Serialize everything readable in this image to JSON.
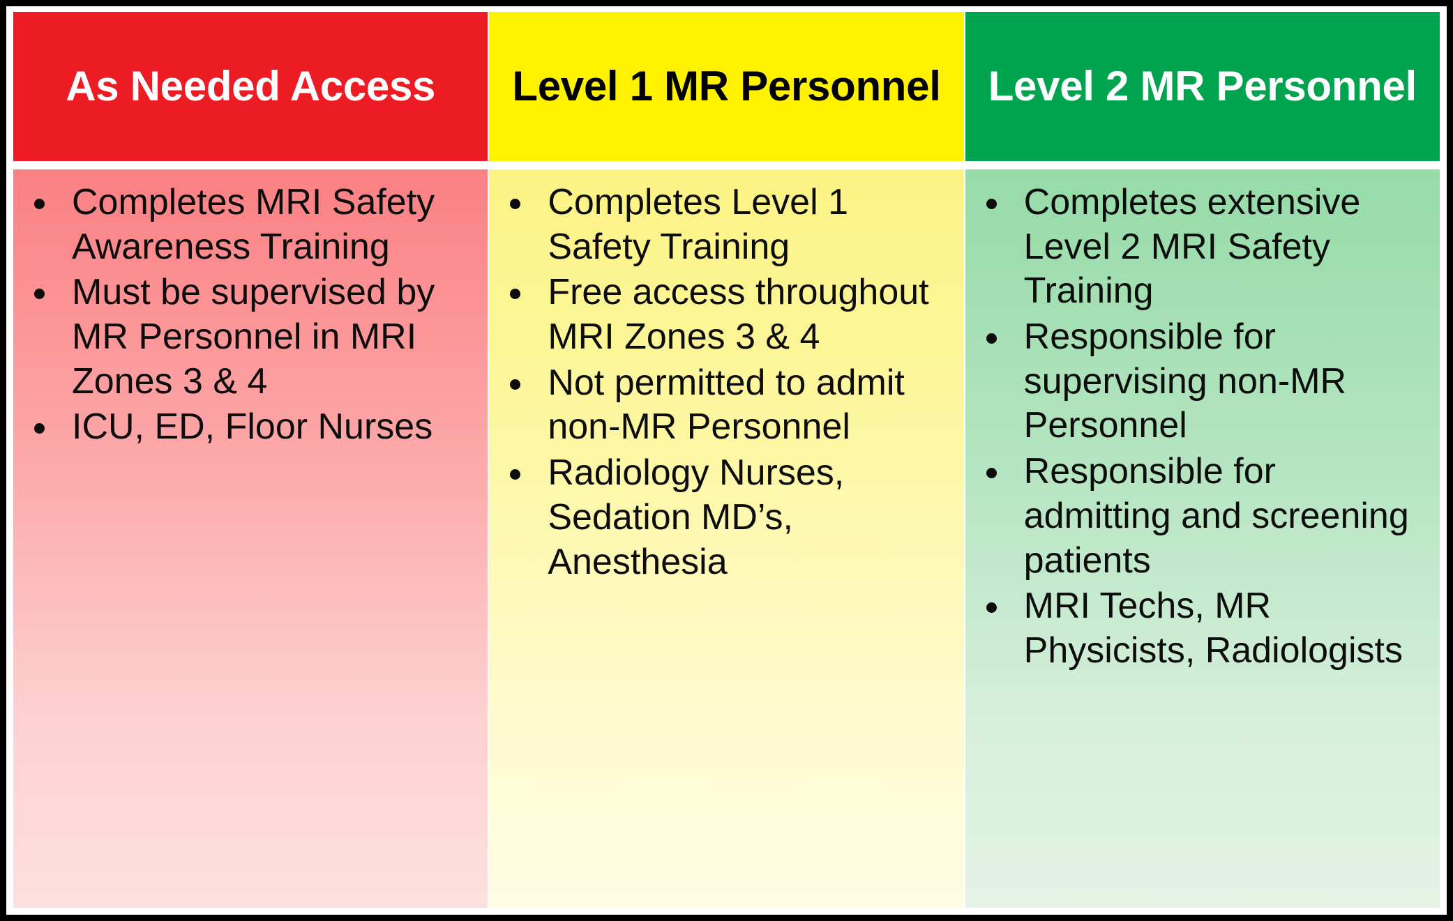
{
  "table": {
    "columns": [
      {
        "id": "as-needed-access",
        "header": "As Needed Access",
        "header_bg": "#ED1C24",
        "header_fg": "#FFFFFF",
        "body_bg_top": "#FB8084",
        "body_bg_bottom": "#FDE0DE",
        "bullets": [
          "Completes MRI Safety Awareness Training",
          "Must be supervised by MR Personnel in MRI Zones 3 & 4",
          "ICU, ED, Floor Nurses"
        ]
      },
      {
        "id": "level-1-mr-personnel",
        "header": "Level 1 MR Personnel",
        "header_bg": "#FFF200",
        "header_fg": "#000000",
        "body_bg_top": "#FCF384",
        "body_bg_bottom": "#FEFCE2",
        "bullets": [
          "Completes Level 1 Safety Training",
          "Free access throughout MRI Zones 3 & 4",
          "Not permitted to admit non-MR Personnel",
          "Radiology Nurses, Sedation MD’s, Anesthesia"
        ]
      },
      {
        "id": "level-2-mr-personnel",
        "header": "Level 2 MR Personnel",
        "header_bg": "#00A44F",
        "header_fg": "#FFFFFF",
        "body_bg_top": "#96DBA8",
        "body_bg_bottom": "#E3F3E5",
        "bullets": [
          "Completes extensive Level 2 MRI Safety Training",
          "Responsible for supervising non-MR Personnel",
          "Responsible for admitting and screening patients",
          "MRI Techs, MR Physicists, Radiologists"
        ]
      }
    ]
  }
}
